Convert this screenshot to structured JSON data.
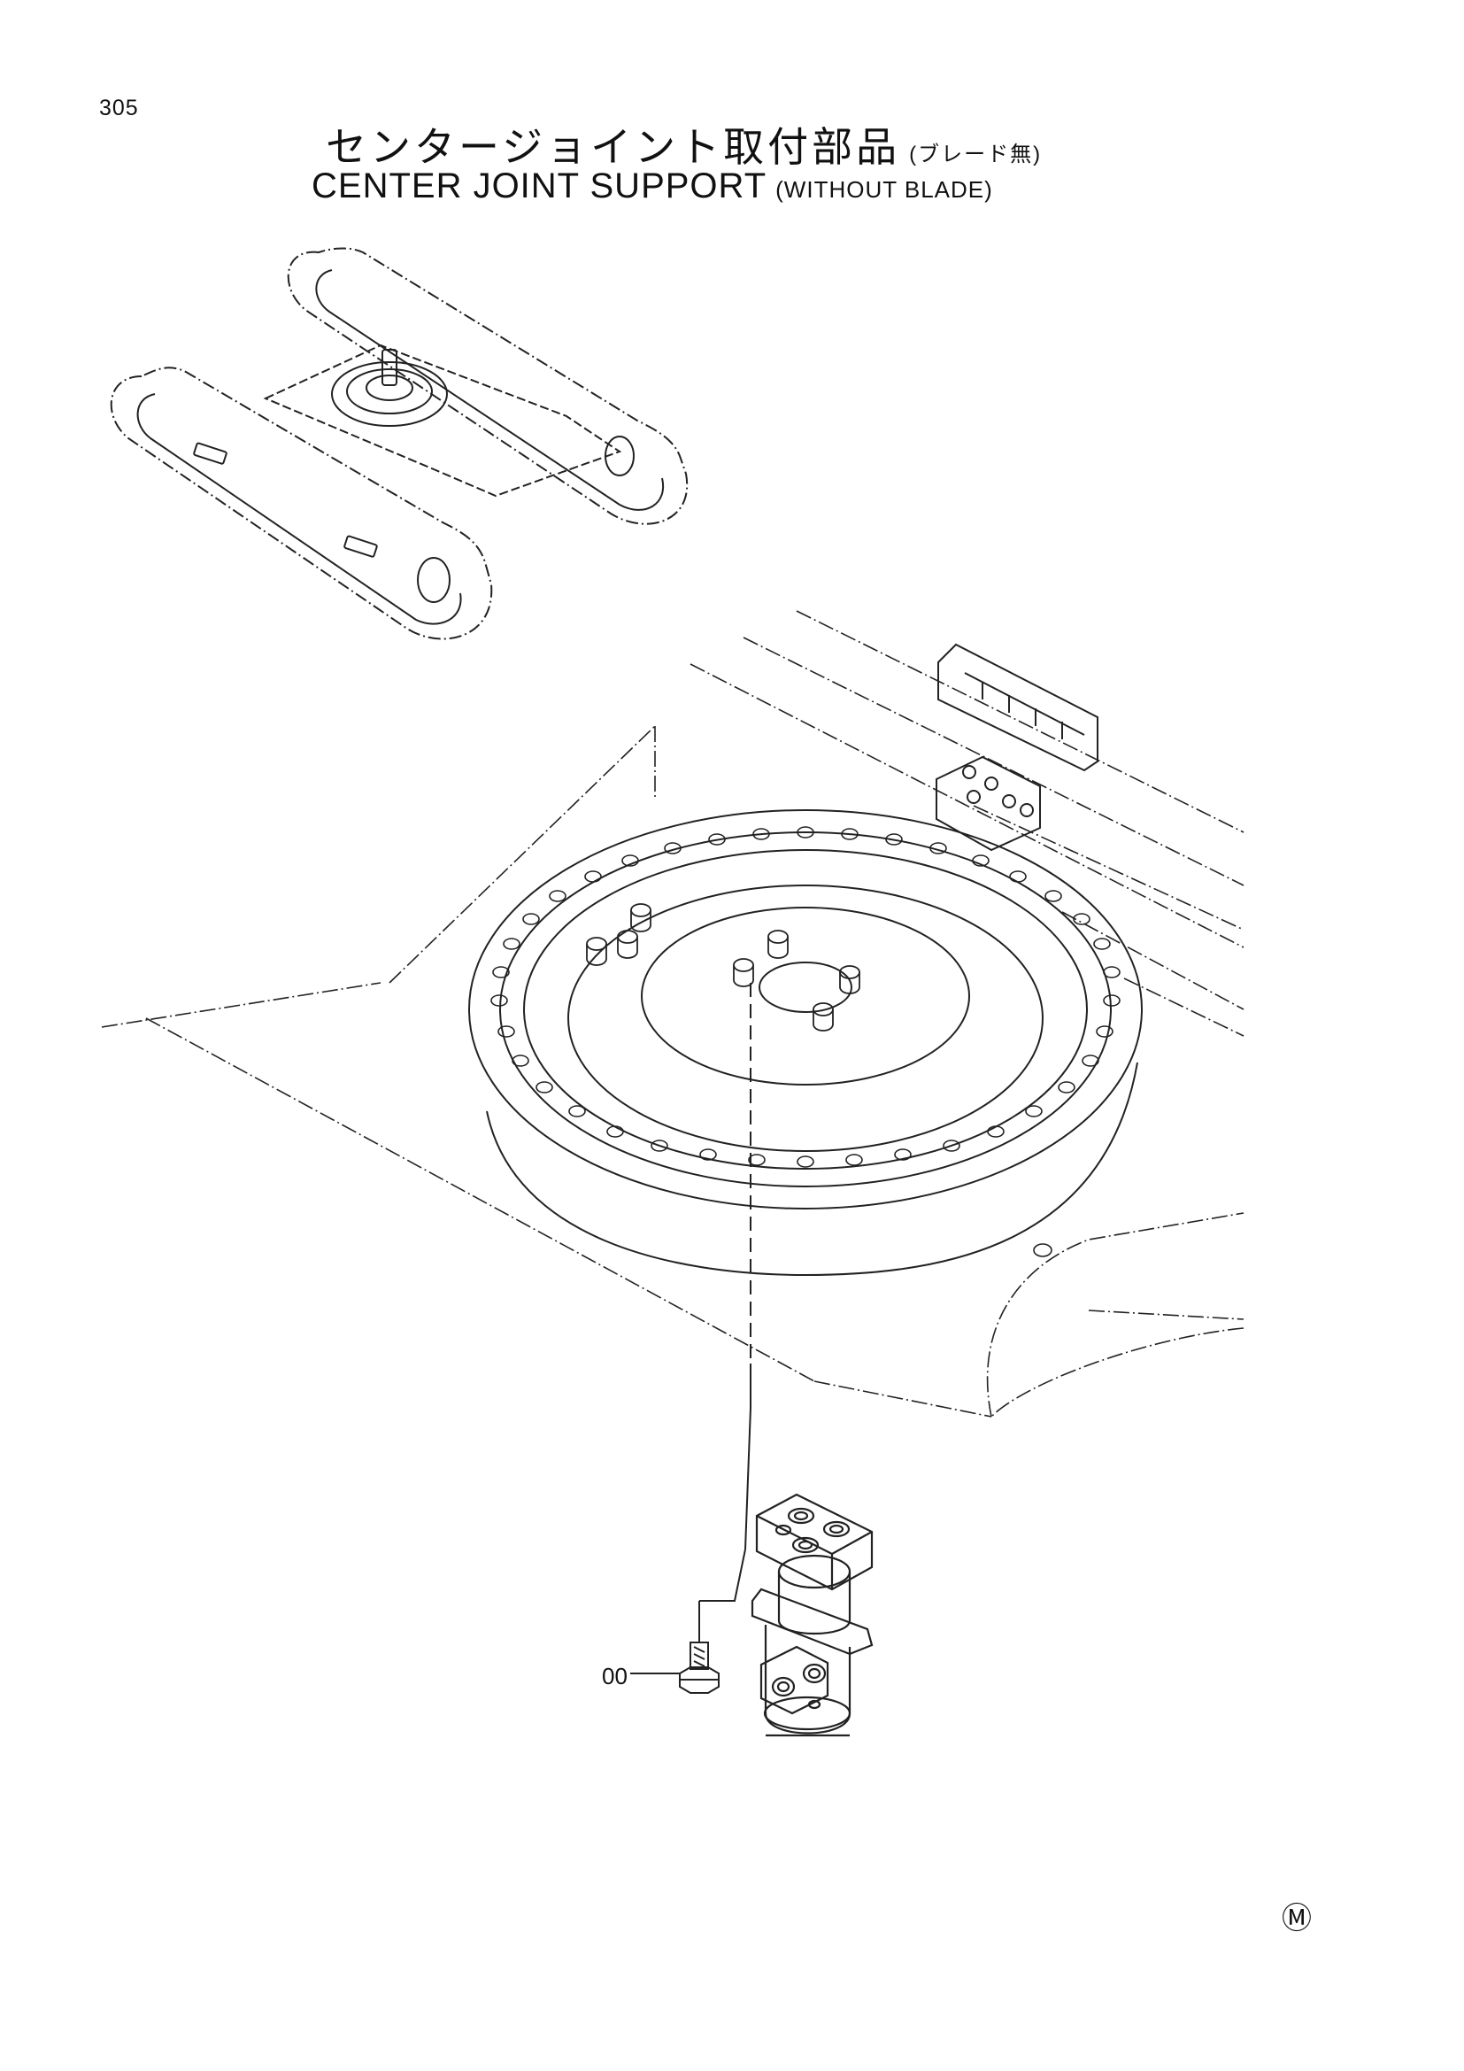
{
  "page_number": "305",
  "title_jp": "センタージョイント取付部品",
  "title_jp_sub": "(ブレード無)",
  "title_en": "CENTER JOINT SUPPORT",
  "title_en_sub": "(WITHOUT BLADE)",
  "callout_label": "00",
  "mark_symbol": "Ⓜ"
}
